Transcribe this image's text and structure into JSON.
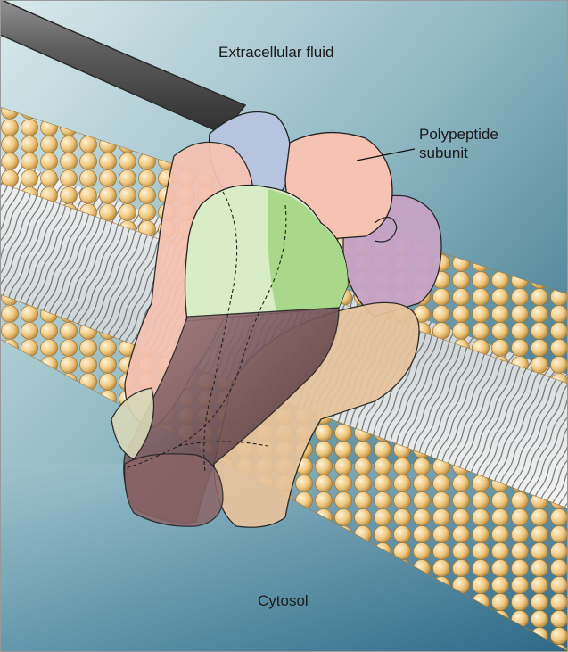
{
  "labels": {
    "extracellular": "Extracellular fluid",
    "polypeptide_line1": "Polypeptide",
    "polypeptide_line2": "subunit",
    "cytosol": "Cytosol"
  },
  "colors": {
    "background_top": "#c7dde1",
    "background_bottom": "#2d6b85",
    "lipid_head": "#efc77f",
    "lipid_tail": "#707070",
    "subunit_pink": "#f6c2b2",
    "subunit_blue": "#b6c4e0",
    "subunit_green": "#a9d88a",
    "subunit_purple": "#c6a3c6",
    "subunit_tan": "#e7c39d",
    "subunit_dark": "#6e4a52",
    "filament": "#6a6a6a"
  }
}
